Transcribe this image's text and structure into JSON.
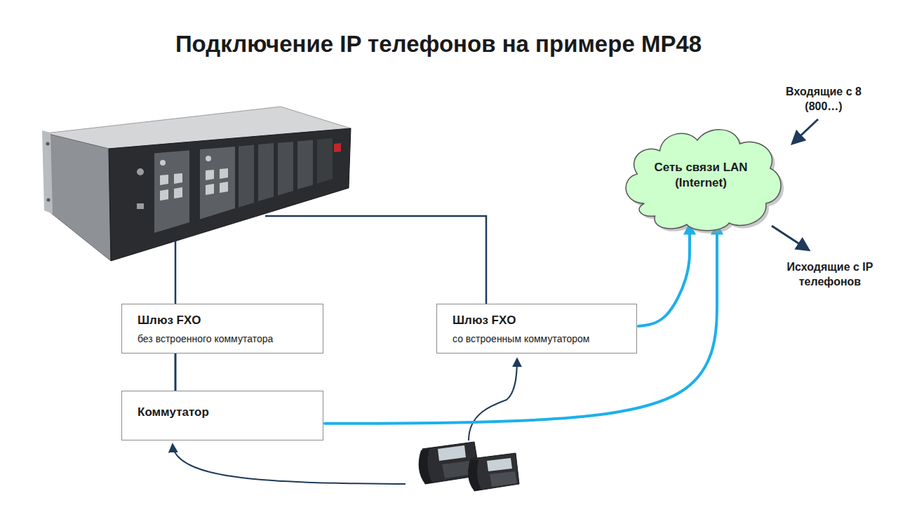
{
  "diagram": {
    "title": "Подключение IP телефонов на примере MP48",
    "nodes": [
      {
        "text": [
          "Сеть связи LAN (Internet)"
        ]
      },
      {
        "text": [
          "Шлюз FXO",
          "без встроенного коммутатора"
        ]
      },
      {
        "text": [
          "Шлюз FXO",
          "со встроенным коммутатором"
        ]
      },
      {
        "text": [
          "Коммутатор"
        ]
      }
    ],
    "edges": [
      {
        "from": 1,
        "to": 3,
        "arrow": "none"
      },
      {
        "from": 2,
        "to": 0,
        "arrow": "to"
      },
      {
        "from": 3,
        "to": 0,
        "arrow": "to"
      }
    ],
    "labels": [
      "Входящие с 8 (800…)",
      "Исходящие с IP телефонов"
    ]
  }
}
